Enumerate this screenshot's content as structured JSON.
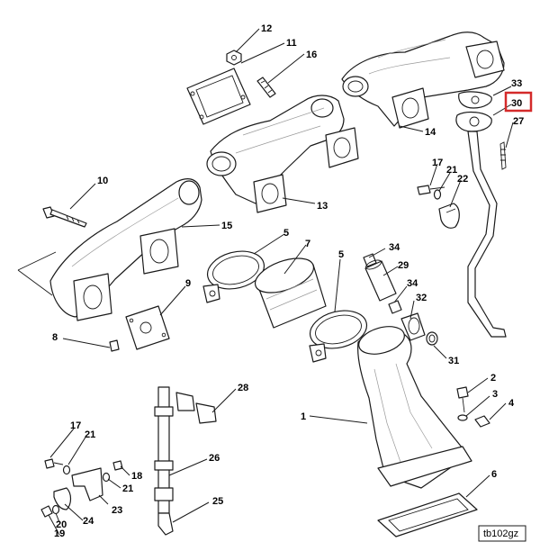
{
  "figure": {
    "code": "tb102gz",
    "highlight_color": "#d42a2a"
  },
  "callouts": [
    {
      "id": "c1",
      "label": "1"
    },
    {
      "id": "c2",
      "label": "2"
    },
    {
      "id": "c3",
      "label": "3"
    },
    {
      "id": "c4",
      "label": "4"
    },
    {
      "id": "c5a",
      "label": "5"
    },
    {
      "id": "c5b",
      "label": "5"
    },
    {
      "id": "c6",
      "label": "6"
    },
    {
      "id": "c7",
      "label": "7"
    },
    {
      "id": "c8",
      "label": "8"
    },
    {
      "id": "c9",
      "label": "9"
    },
    {
      "id": "c10",
      "label": "10"
    },
    {
      "id": "c11",
      "label": "11"
    },
    {
      "id": "c12",
      "label": "12"
    },
    {
      "id": "c13",
      "label": "13"
    },
    {
      "id": "c14",
      "label": "14"
    },
    {
      "id": "c15",
      "label": "15"
    },
    {
      "id": "c16",
      "label": "16"
    },
    {
      "id": "c17a",
      "label": "17"
    },
    {
      "id": "c17b",
      "label": "17"
    },
    {
      "id": "c18",
      "label": "18"
    },
    {
      "id": "c19",
      "label": "19"
    },
    {
      "id": "c20",
      "label": "20"
    },
    {
      "id": "c21a",
      "label": "21"
    },
    {
      "id": "c21b",
      "label": "21"
    },
    {
      "id": "c21c",
      "label": "21"
    },
    {
      "id": "c22",
      "label": "22"
    },
    {
      "id": "c23",
      "label": "23"
    },
    {
      "id": "c24",
      "label": "24"
    },
    {
      "id": "c25",
      "label": "25"
    },
    {
      "id": "c26",
      "label": "26"
    },
    {
      "id": "c27",
      "label": "27"
    },
    {
      "id": "c28",
      "label": "28"
    },
    {
      "id": "c29",
      "label": "29"
    },
    {
      "id": "c30",
      "label": "30",
      "highlighted": true
    },
    {
      "id": "c31",
      "label": "31"
    },
    {
      "id": "c32",
      "label": "32"
    },
    {
      "id": "c33",
      "label": "33"
    },
    {
      "id": "c34a",
      "label": "34"
    },
    {
      "id": "c34b",
      "label": "34"
    }
  ]
}
